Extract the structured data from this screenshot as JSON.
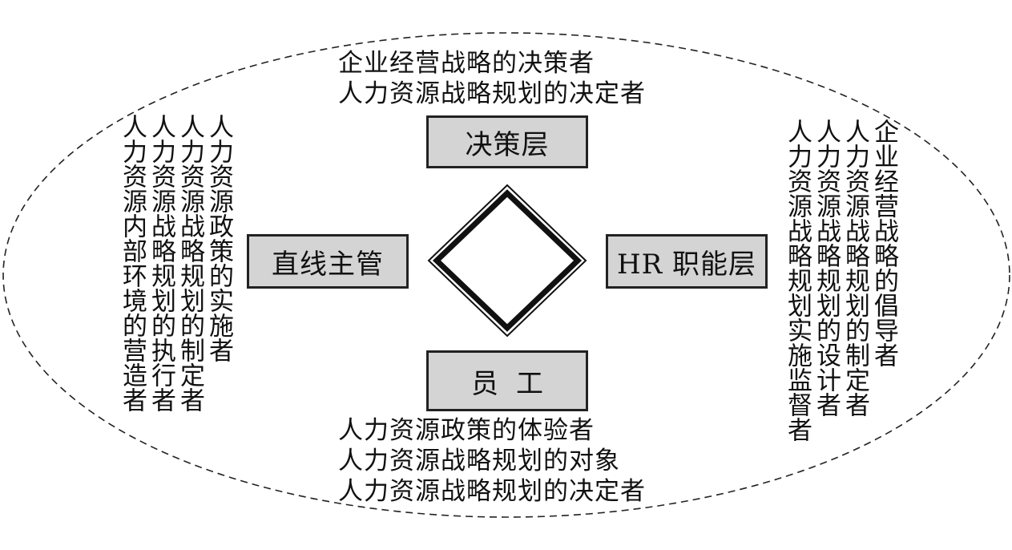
{
  "center": {
    "decision_box": "决策层",
    "employee_box": "员工",
    "line_manager_box": "直线主管",
    "hr_box": "HR 职能层"
  },
  "top_labels": [
    "企业经营战略的决策者",
    "人力资源战略规划的决定者"
  ],
  "bottom_labels": [
    "人力资源政策的体验者",
    "人力资源战略规划的对象",
    "人力资源战略规划的决定者"
  ],
  "left_labels": [
    "人力资源政策的实施者",
    "人力资源战略规划的制定者",
    "人力资源战略规划的执行者",
    "人力资源内部环境的营造者"
  ],
  "right_labels": [
    "企业经营战略的倡导者",
    "人力资源战略规划的制定者",
    "人力资源战略规划的设计者",
    "人力资源战略规划实施监督者"
  ]
}
